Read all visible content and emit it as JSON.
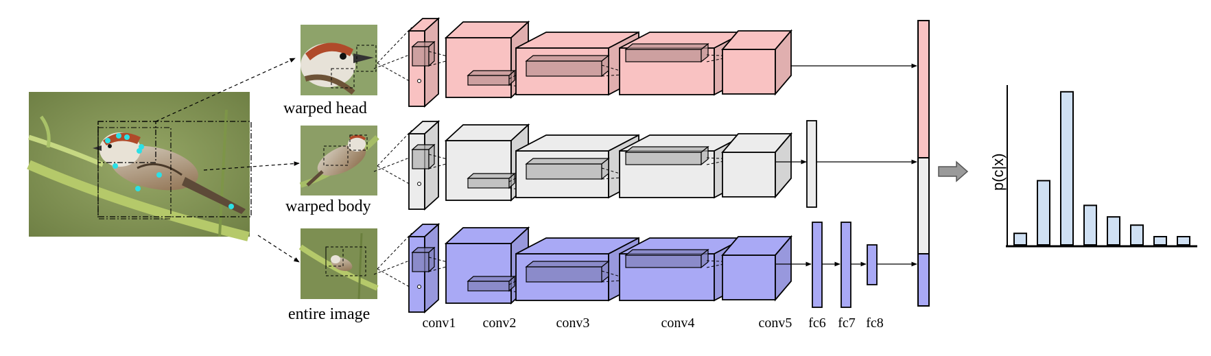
{
  "labels": {
    "warped_head": "warped head",
    "warped_body": "warped body",
    "entire_image": "entire image"
  },
  "layers": {
    "conv1": "conv1",
    "conv2": "conv2",
    "conv3": "conv3",
    "conv4": "conv4",
    "conv5": "conv5",
    "fc6": "fc6",
    "fc7": "fc7",
    "fc8": "fc8"
  },
  "output": {
    "axis_label": "p(c|x)",
    "bar_values": [
      0.07,
      0.39,
      0.93,
      0.24,
      0.17,
      0.12,
      0.05,
      0.05
    ]
  },
  "colors": {
    "head": "#f9c2c2",
    "body": "#ececec",
    "image": "#a9a9f5",
    "hist": "#cfe0f3",
    "bird_bg": "#8a9a58"
  }
}
